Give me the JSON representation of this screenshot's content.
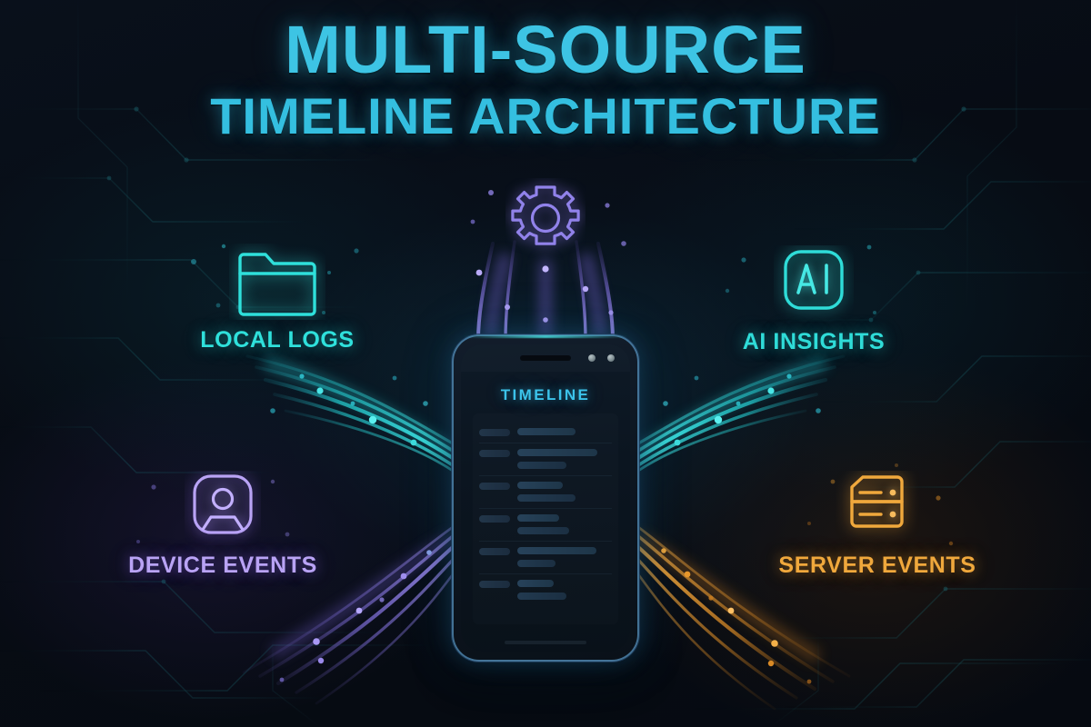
{
  "title": {
    "line1": "MULTI-SOURCE",
    "line2": "TIMELINE ARCHITECTURE"
  },
  "colors": {
    "background": "#070c14",
    "title_cyan": "#3dc4e4",
    "local_logs": "#2fe0db",
    "ai_insights": "#2fdcd8",
    "device_events": "#b9a3f5",
    "server_events": "#f0a83c",
    "pipeline_purple": "#8b7ae0",
    "phone_bezel": "#5896c4",
    "phone_title": "#3cc3ea"
  },
  "nodes": [
    {
      "id": "local-logs",
      "label": "LOCAL LOGS",
      "icon": "folder-icon",
      "color": "#2fe0db",
      "position": "top-left"
    },
    {
      "id": "ai-insights",
      "label": "AI INSIGHTS",
      "icon": "ai-badge-icon",
      "color": "#2fdcd8",
      "position": "top-right",
      "glyph": "AI"
    },
    {
      "id": "device-events",
      "label": "DEVICE EVENTS",
      "icon": "user-icon",
      "color": "#b9a3f5",
      "position": "bottom-left"
    },
    {
      "id": "server-events",
      "label": "SERVER EVENTS",
      "icon": "server-icon",
      "color": "#f0a83c",
      "position": "bottom-right"
    }
  ],
  "pipeline": {
    "icon": "gear-icon",
    "color": "#8b7ae0",
    "description": "processing pipeline feeding the device"
  },
  "phone": {
    "screen_title": "TIMELINE",
    "status_dots": 2,
    "feed_rows": [
      {
        "timestamp_width": 34,
        "bars": [
          62
        ]
      },
      {
        "timestamp_width": 34,
        "bars": [
          85,
          52
        ]
      },
      {
        "timestamp_width": 34,
        "bars": [
          48,
          62
        ]
      },
      {
        "timestamp_width": 34,
        "bars": [
          44,
          55
        ]
      },
      {
        "timestamp_width": 34,
        "bars": [
          84,
          40
        ]
      },
      {
        "timestamp_width": 34,
        "bars": [
          38,
          52
        ]
      }
    ]
  },
  "flows": [
    {
      "id": "flow-local-logs",
      "from": "LOCAL LOGS",
      "to": "TIMELINE",
      "color": "#26c6c6",
      "direction": "top-left-to-center"
    },
    {
      "id": "flow-ai-insights",
      "from": "AI INSIGHTS",
      "to": "TIMELINE",
      "color": "#26c6c6",
      "direction": "top-right-to-center"
    },
    {
      "id": "flow-device-events",
      "from": "DEVICE EVENTS",
      "to": "TIMELINE",
      "color": "#8b7ae0",
      "direction": "bottom-left-to-center"
    },
    {
      "id": "flow-server-events",
      "from": "SERVER EVENTS",
      "to": "TIMELINE",
      "color": "#e08c28",
      "direction": "bottom-right-to-center"
    },
    {
      "id": "flow-pipeline",
      "from": "gear-icon",
      "to": "TIMELINE",
      "color": "#8b7ae0",
      "direction": "top-to-center"
    }
  ]
}
